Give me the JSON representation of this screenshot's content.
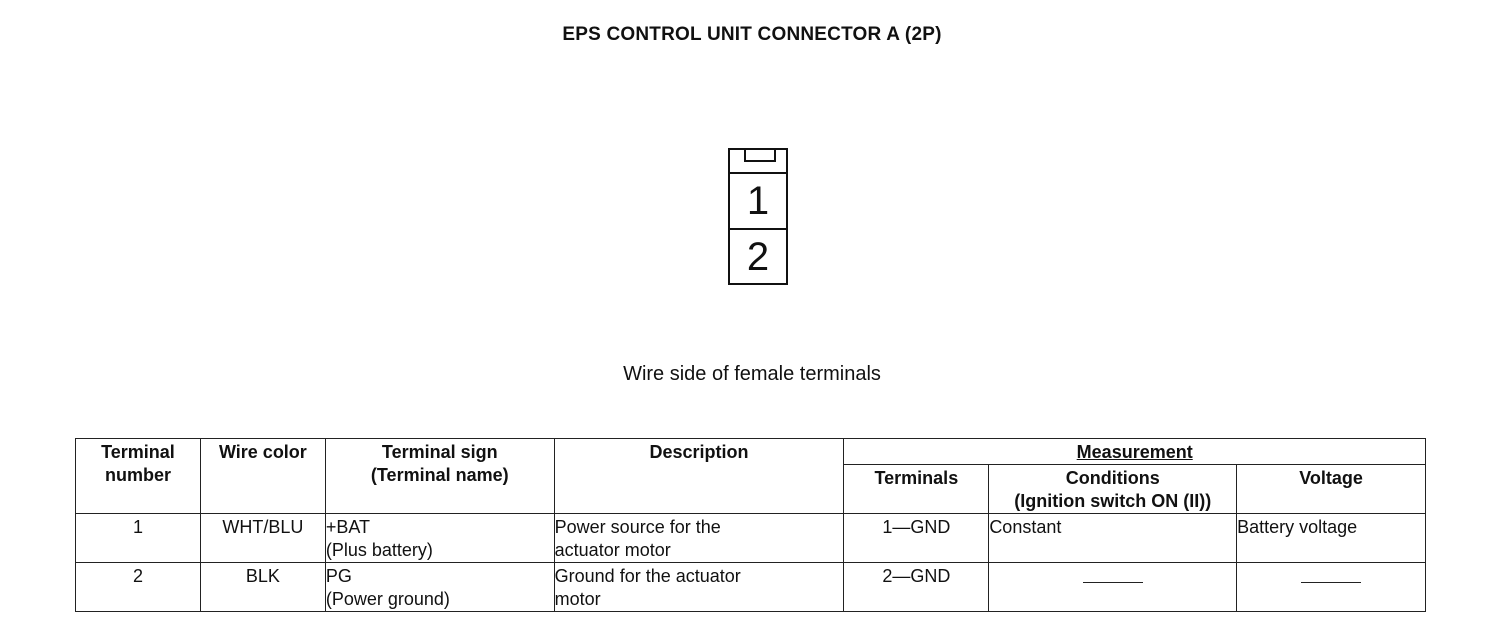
{
  "title": "EPS CONTROL UNIT CONNECTOR A (2P)",
  "connector": {
    "pins": [
      "1",
      "2"
    ]
  },
  "caption": "Wire side of female terminals",
  "table": {
    "headers": {
      "terminal_number_1": "Terminal",
      "terminal_number_2": "number",
      "wire_color": "Wire color",
      "terminal_sign_1": "Terminal sign",
      "terminal_sign_2": "(Terminal name)",
      "description": "Description",
      "measurement": "Measurement",
      "terminals": "Terminals",
      "conditions_1": "Conditions",
      "conditions_2": "(Ignition switch ON (II))",
      "voltage": "Voltage"
    },
    "rows": [
      {
        "terminal_number": "1",
        "wire_color": "WHT/BLU",
        "sign_1": "+BAT",
        "sign_2": "(Plus battery)",
        "desc_1": "Power source for the",
        "desc_2": "actuator motor",
        "terminals": "1—GND",
        "conditions": "Constant",
        "voltage": "Battery voltage"
      },
      {
        "terminal_number": "2",
        "wire_color": "BLK",
        "sign_1": "PG",
        "sign_2": "(Power ground)",
        "desc_1": "Ground for the actuator",
        "desc_2": "motor",
        "terminals": "2—GND",
        "conditions": "",
        "voltage": ""
      }
    ]
  }
}
